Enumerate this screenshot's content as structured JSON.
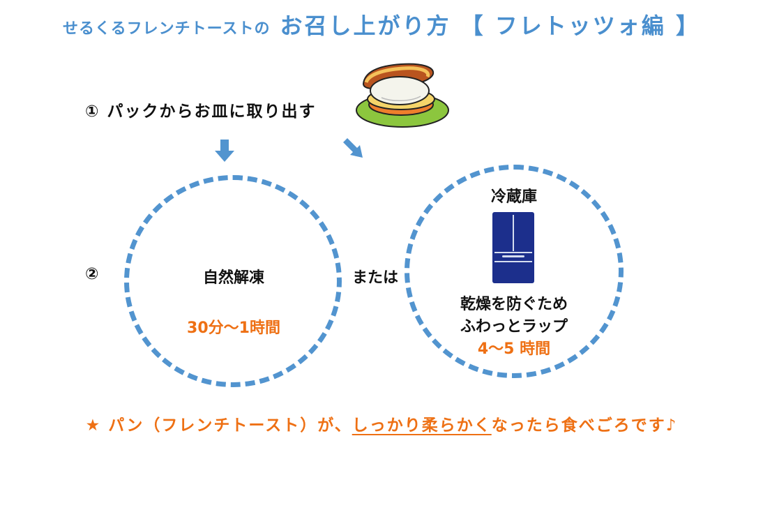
{
  "header": {
    "prefix": "せるくるフレンチトーストの",
    "main": "お召し上がり方 【 フレトッツォ編 】"
  },
  "step1": {
    "text": "① パックからお皿に取り出す",
    "icon": "french-toast-plate-icon"
  },
  "step2": {
    "number": "②",
    "natural_label": "自然解凍",
    "natural_time": "30分〜1時間",
    "or_text": "または",
    "fridge_label": "冷蔵庫",
    "fridge_icon": "refrigerator-icon",
    "fridge_note_1": "乾燥を防ぐため",
    "fridge_note_2": "ふわっとラップ",
    "fridge_time": "4〜5 時間"
  },
  "footer": {
    "pre": "★ パン（フレンチトースト）が、",
    "emphasis": "しっかり柔らかく",
    "post": "なったら食べごろです♪"
  },
  "colors": {
    "title_blue": "#4a8fce",
    "ring_blue": "#5294cf",
    "accent_orange": "#ee7014",
    "fridge_navy": "#1c2f8c"
  }
}
